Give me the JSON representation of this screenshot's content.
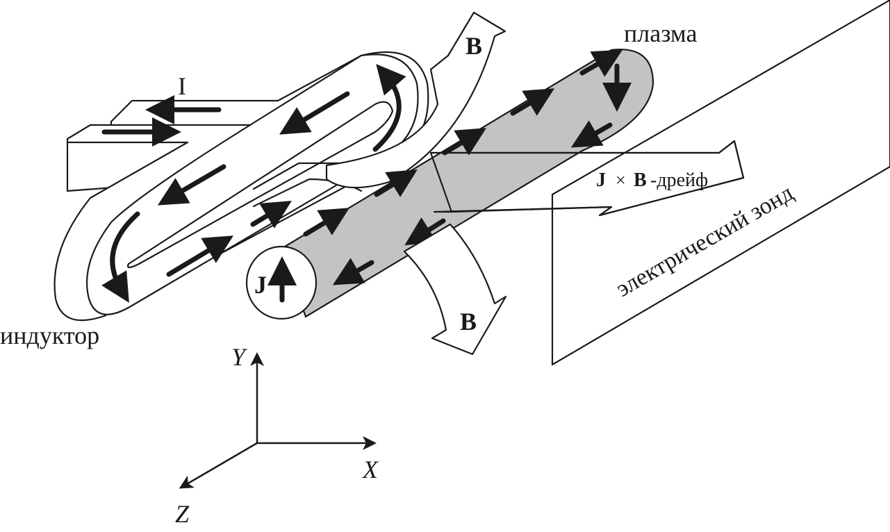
{
  "figure": {
    "labels": {
      "current": "I",
      "inductor": "индуктор",
      "plasma": "плазма",
      "b_field_top": "B",
      "b_field_bottom": "B",
      "j_symbol": "J",
      "drift_j": "J",
      "drift_times": "×",
      "drift_b": "B",
      "drift_suffix": "-дрейф",
      "probe": "электрический зонд"
    },
    "axes": {
      "x": "X",
      "y": "Y",
      "z": "Z"
    },
    "colors": {
      "line": "#1a1a1a",
      "plasma_fill": "#c3c3c3",
      "background": "#ffffff"
    }
  }
}
